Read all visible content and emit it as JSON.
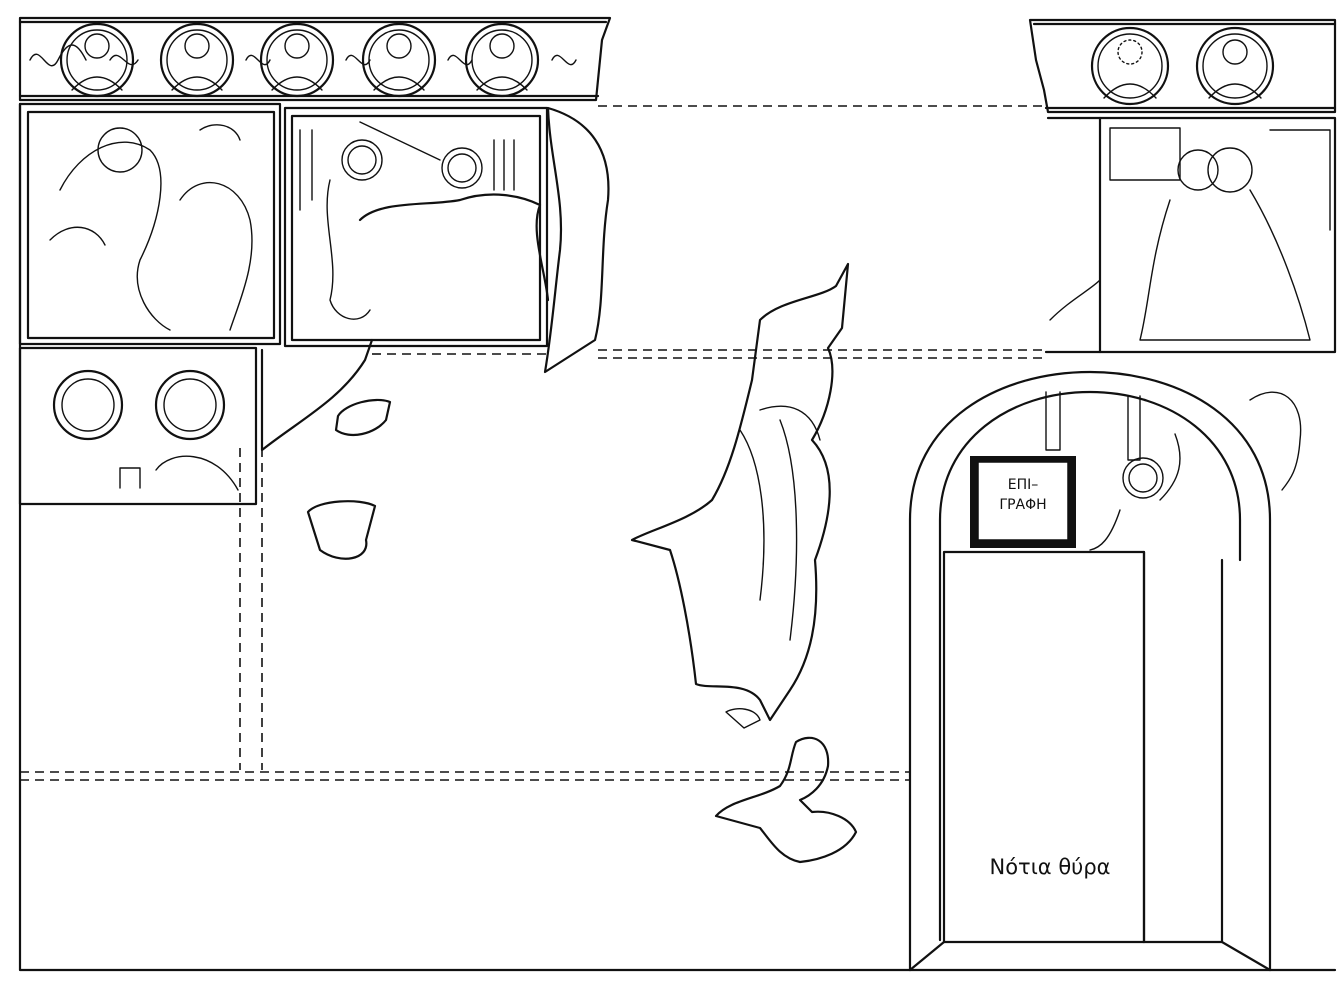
{
  "labels": {
    "inscription_line1": "ΕΠΙ–",
    "inscription_line2": "ΓΡΑΦΗ",
    "south_door": "Νότια θύρα"
  },
  "colors": {
    "ink": "#111111",
    "background": "#ffffff"
  }
}
